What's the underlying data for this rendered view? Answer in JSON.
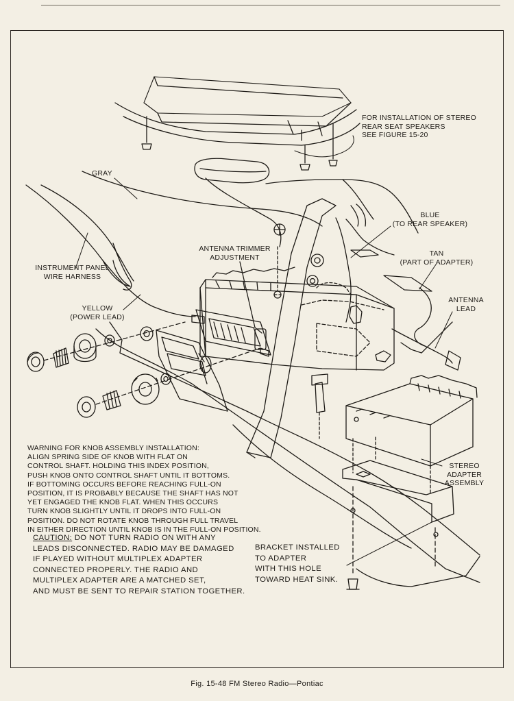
{
  "labels": {
    "stereo_speakers": "FOR INSTALLATION OF STEREO\nREAR SEAT SPEAKERS\nSEE FIGURE 15-20",
    "gray": "GRAY",
    "blue": "BLUE\n(TO REAR SPEAKER)",
    "tan": "TAN\n(PART OF ADAPTER)",
    "antenna_trimmer": "ANTENNA TRIMMER\nADJUSTMENT",
    "instrument_panel": "INSTRUMENT PANEL\nWIRE HARNESS",
    "yellow": "YELLOW\n(POWER LEAD)",
    "antenna_lead": "ANTENNA\nLEAD",
    "stereo_adapter": "STEREO\nADAPTER\nASSEMBLY"
  },
  "warning_text": "WARNING FOR KNOB ASSEMBLY INSTALLATION:\nALIGN SPRING SIDE OF KNOB WITH FLAT ON\nCONTROL SHAFT. HOLDING THIS INDEX POSITION,\nPUSH KNOB ONTO CONTROL SHAFT UNTIL IT BOTTOMS.\nIF BOTTOMING OCCURS BEFORE REACHING FULL-ON\nPOSITION, IT IS PROBABLY BECAUSE THE SHAFT HAS NOT\nYET ENGAGED THE KNOB FLAT.  WHEN THIS OCCURS\nTURN KNOB SLIGHTLY UNTIL IT DROPS INTO FULL-ON\nPOSITION. DO NOT ROTATE KNOB THROUGH FULL TRAVEL\nIN EITHER DIRECTION UNTIL KNOB IS IN THE FULL-ON POSITION.",
  "caution": {
    "heading": "CAUTION:",
    "text": "  DO NOT TURN RADIO ON WITH ANY\nLEADS DISCONNECTED. RADIO MAY BE DAMAGED\nIF PLAYED WITHOUT MULTIPLEX ADAPTER\nCONNECTED PROPERLY. THE RADIO AND\nMULTIPLEX ADAPTER ARE A MATCHED SET,\nAND MUST BE SENT TO REPAIR STATION TOGETHER."
  },
  "bracket_note": "BRACKET INSTALLED\nTO ADAPTER\nWITH THIS HOLE\nTOWARD HEAT SINK.",
  "caption": "Fig. 15-48  FM Stereo Radio—Pontiac",
  "colors": {
    "paper": "#f3efe4",
    "ink": "#1d1a16"
  }
}
